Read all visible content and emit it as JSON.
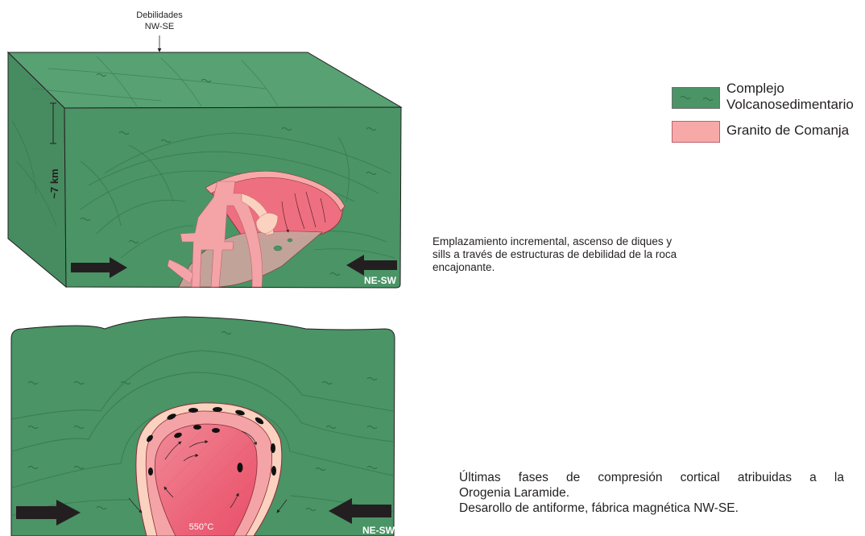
{
  "top_block": {
    "weakness_label_line1": "Debilidades",
    "weakness_label_line2": "NW-SE",
    "depth_label": "~7 km",
    "direction_label": "NE-SW"
  },
  "bottom_block": {
    "temperature_label": "550°C",
    "direction_label": "NE-SW"
  },
  "legend": {
    "items": [
      {
        "label_line1": "Complejo",
        "label_line2": "Volcanosedimentario",
        "color": "#4a9466",
        "pattern": "wave-icon"
      },
      {
        "label_line1": "Granito de Comanja",
        "label_line2": "",
        "color": "#f7a9a8"
      }
    ]
  },
  "captions": {
    "stage1": {
      "line1": "Emplazamiento incremental, ascenso de diques y",
      "line2": "sills a través de estructuras de debilidad de la roca",
      "line3": "encajonante."
    },
    "stage2": {
      "line1": "Últimas fases de compresión cortical atribuidas a la",
      "line2": "Orogenia Laramide.",
      "line3": "Desarollo de antiforme, fábrica magnética NW-SE."
    }
  },
  "colors": {
    "host_rock": "#4a9466",
    "host_rock_top": "#57a173",
    "granite_core": "#ee6f7f",
    "granite_mid": "#f4a4a6",
    "granite_rim": "#fbd2bf",
    "arrow": "#231f20"
  }
}
